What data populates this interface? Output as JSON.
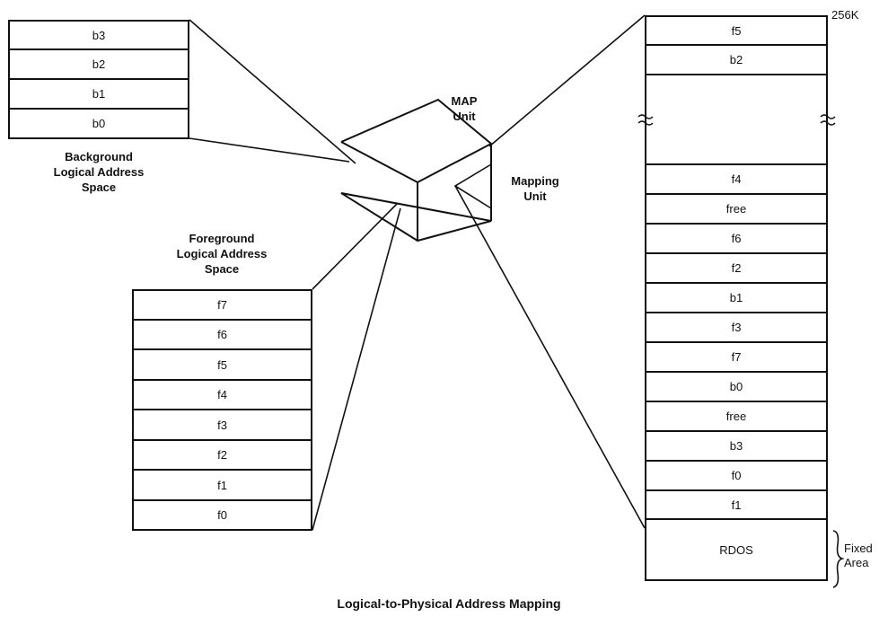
{
  "background": {
    "heading": [
      "Background",
      "Logical Address",
      "Space"
    ],
    "blocks": [
      "b3",
      "b2",
      "b1",
      "b0"
    ]
  },
  "foreground": {
    "heading": [
      "Foreground",
      "Logical Address",
      "Space"
    ],
    "blocks": [
      "f7",
      "f6",
      "f5",
      "f4",
      "f3",
      "f2",
      "f1",
      "f0"
    ]
  },
  "map_unit": {
    "top_label": [
      "MAP",
      "Unit"
    ],
    "side_label": [
      "Mapping",
      "Unit"
    ]
  },
  "physical": {
    "top_label": "256K",
    "blocks": [
      "f5",
      "b2",
      "",
      "f4",
      "free",
      "f6",
      "f2",
      "b1",
      "f3",
      "f7",
      "b0",
      "free",
      "b3",
      "f0",
      "f1"
    ],
    "fixed_block": "RDOS",
    "fixed_label": [
      "Fixed",
      "Area"
    ]
  },
  "caption": "Logical-to-Physical Address Mapping"
}
